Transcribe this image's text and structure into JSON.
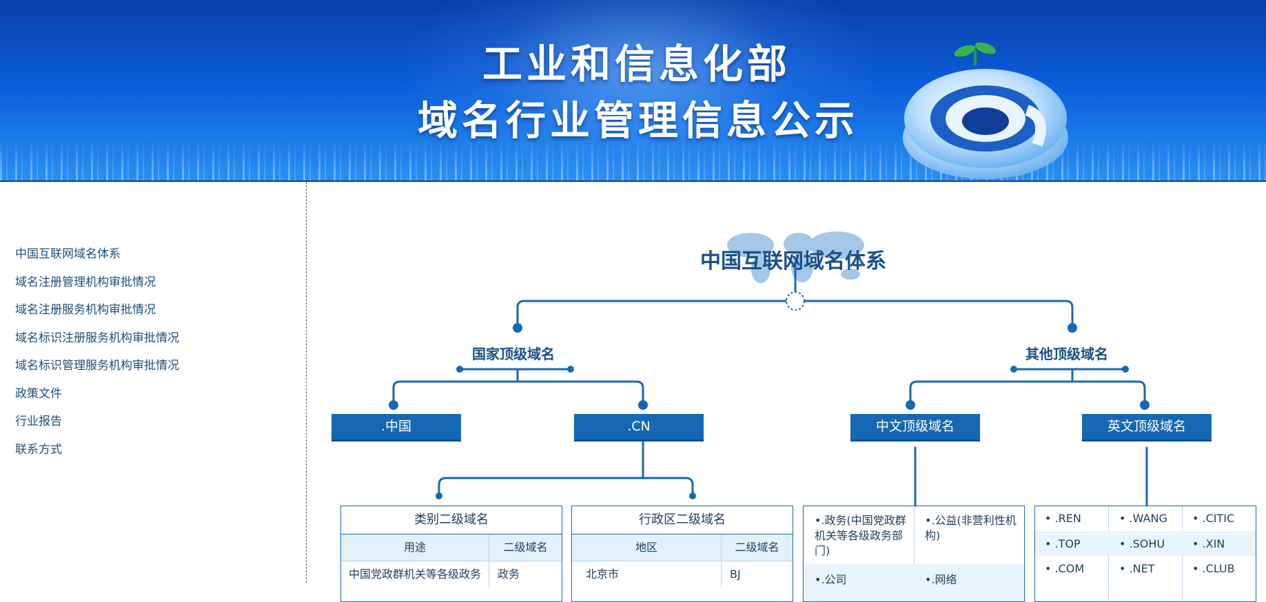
{
  "banner": {
    "title_line1": "工业和信息化部",
    "title_line2": "域名行业管理信息公示"
  },
  "sidebar": {
    "items": [
      {
        "label": "中国互联网域名体系"
      },
      {
        "label": "域名注册管理机构审批情况"
      },
      {
        "label": "域名注册服务机构审批情况"
      },
      {
        "label": "域名标识注册服务机构审批情况"
      },
      {
        "label": "域名标识管理服务机构审批情况"
      },
      {
        "label": "政策文件"
      },
      {
        "label": "行业报告"
      },
      {
        "label": "联系方式"
      }
    ]
  },
  "diagram": {
    "root": "中国互联网域名体系",
    "national": {
      "label": "国家顶级域名",
      "children": [
        ".中国",
        ".CN"
      ]
    },
    "other": {
      "label": "其他顶级域名",
      "children": [
        "中文顶级域名",
        "英文顶级域名"
      ]
    },
    "category_table": {
      "title": "类别二级域名",
      "headers": [
        "用途",
        "二级域名"
      ],
      "rows": [
        [
          "中国党政群机关等各级政务",
          "政务"
        ]
      ]
    },
    "region_table": {
      "title": "行政区二级域名",
      "headers": [
        "地区",
        "二级域名"
      ],
      "rows": [
        [
          "北京市",
          "BJ"
        ]
      ]
    },
    "chinese_tlds": [
      "•.政务(中国党政群机关等各级政务部门)",
      "•.公益(非营利性机构)",
      "•.公司",
      "•.网络"
    ],
    "english_tlds": [
      "• .REN",
      "• .WANG",
      "• .CITIC",
      "• .TOP",
      "• .SOHU",
      "• .XIN",
      "• .COM",
      "• .NET",
      "• .CLUB"
    ]
  },
  "colors": {
    "node_blue": "#1569b4",
    "line_blue": "#1569b4",
    "title_blue": "#1a4f86",
    "banner_blue": "#0b5cd8"
  }
}
